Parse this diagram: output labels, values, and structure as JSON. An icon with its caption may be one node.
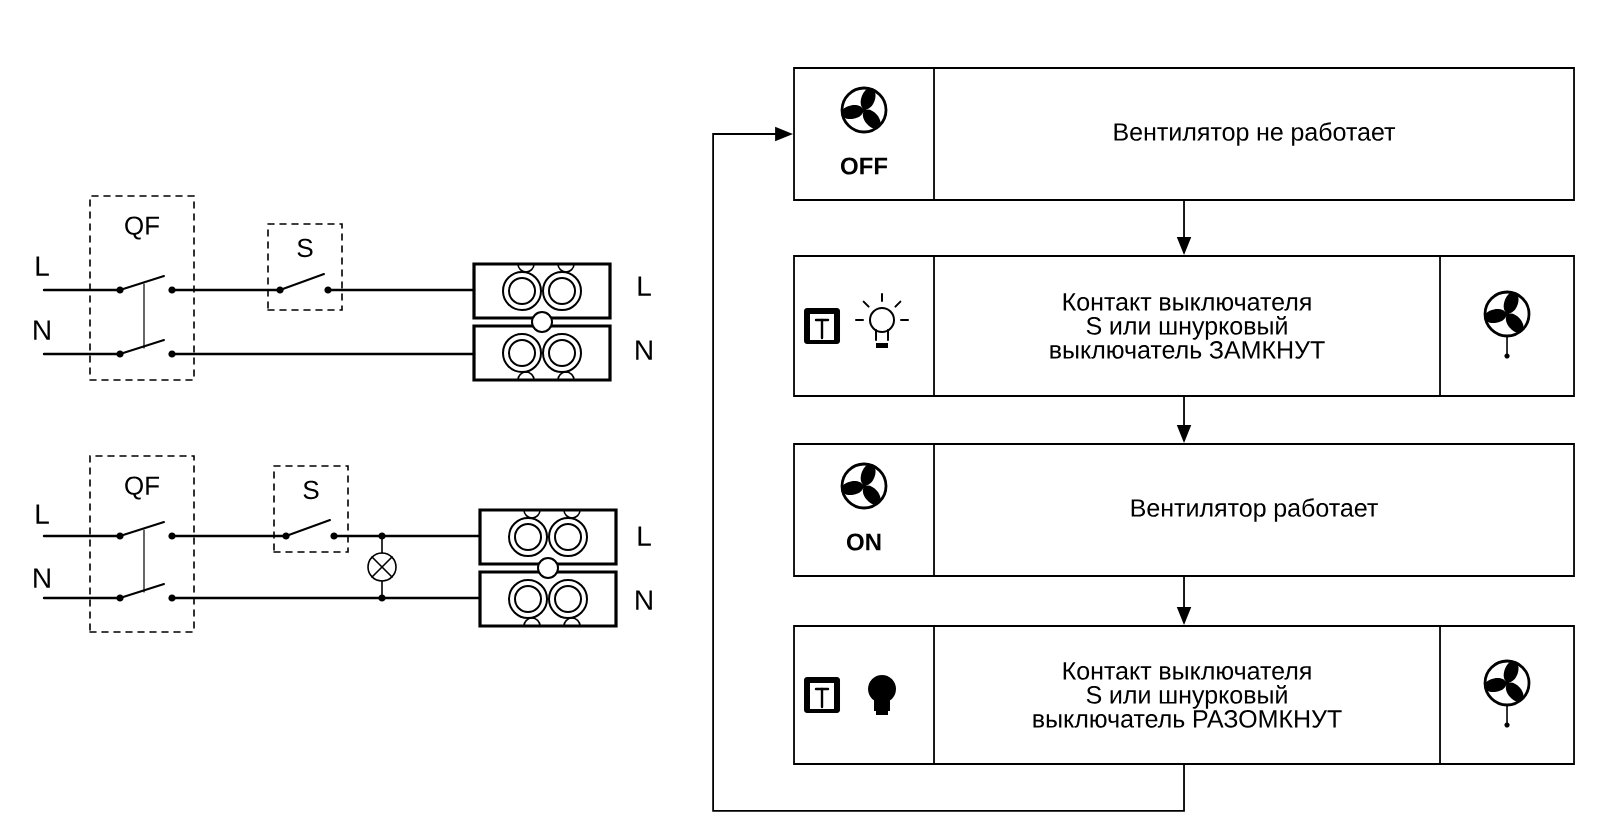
{
  "diagram": {
    "nodes": [
      {
        "text": [
          "QF"
        ]
      },
      {
        "text": [
          "S"
        ]
      },
      {
        "text": [
          "QF"
        ]
      },
      {
        "text": [
          "S"
        ]
      },
      {
        "text": [
          "OFF",
          "Вентилятор не работает"
        ]
      },
      {
        "text": [
          "Контакт выключателя S или шнурковый выключатель ЗАМКНУТ"
        ]
      },
      {
        "text": [
          "ON",
          "Вентилятор работает"
        ]
      },
      {
        "text": [
          "Контакт выключателя S или шнурковый выключатель РАЗОМКНУТ"
        ]
      }
    ],
    "edges": [
      {
        "from": 0,
        "to": 1,
        "arrow": "none"
      },
      {
        "from": 2,
        "to": 3,
        "arrow": "none"
      },
      {
        "from": 4,
        "to": 5,
        "arrow": "to"
      },
      {
        "from": 5,
        "to": 6,
        "arrow": "to"
      },
      {
        "from": 6,
        "to": 7,
        "arrow": "to"
      },
      {
        "from": 7,
        "to": 4,
        "arrow": "to"
      }
    ],
    "labels": [
      "L",
      "N",
      "L",
      "N",
      "L",
      "N",
      "L",
      "N"
    ]
  }
}
